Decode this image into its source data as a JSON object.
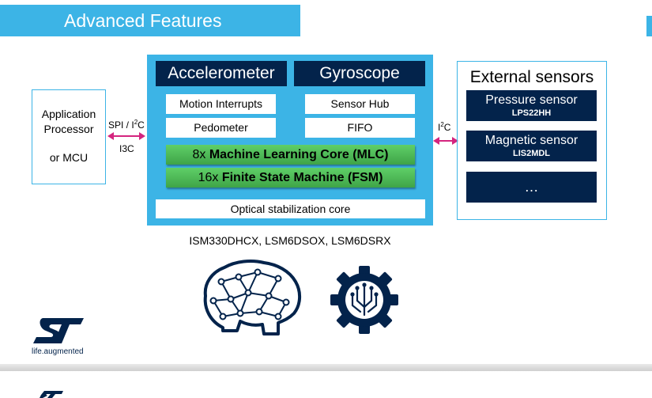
{
  "title": "Advanced Features",
  "host": {
    "line1": "Application",
    "line2": "Processor",
    "line3": "or MCU"
  },
  "interfaces": {
    "host_bus_prefix": "SPI / I",
    "host_bus_sup": "2",
    "host_bus_suffix": "C",
    "host_bus_alt": "I3C",
    "ext_bus_prefix": "I",
    "ext_bus_sup": "2",
    "ext_bus_suffix": "C"
  },
  "core": {
    "accelerometer": "Accelerometer",
    "gyroscope": "Gyroscope",
    "motion_interrupts": "Motion Interrupts",
    "pedometer": "Pedometer",
    "sensor_hub": "Sensor Hub",
    "fifo": "FIFO",
    "mlc_count": "8x",
    "mlc_name": "Machine Learning Core (MLC)",
    "fsm_count": "16x",
    "fsm_name": "Finite State Machine (FSM)",
    "ois": "Optical stabilization core"
  },
  "devices": "ISM330DHCX, LSM6DSOX, LSM6DSRX",
  "external": {
    "title": "External sensors",
    "sensors": [
      {
        "name": "Pressure sensor",
        "part": "LPS22HH"
      },
      {
        "name": "Magnetic sensor",
        "part": "LIS2MDL"
      }
    ],
    "more": "…"
  },
  "branding": {
    "logo_text": "ST",
    "tagline": "life.augmented"
  },
  "colors": {
    "accent_blue": "#3cb4e6",
    "navy": "#03234b",
    "green": "#4fbf58",
    "arrow_magenta": "#d4257f"
  },
  "icons": [
    "brain-network-icon",
    "gear-circuit-icon",
    "st-logo-icon"
  ]
}
